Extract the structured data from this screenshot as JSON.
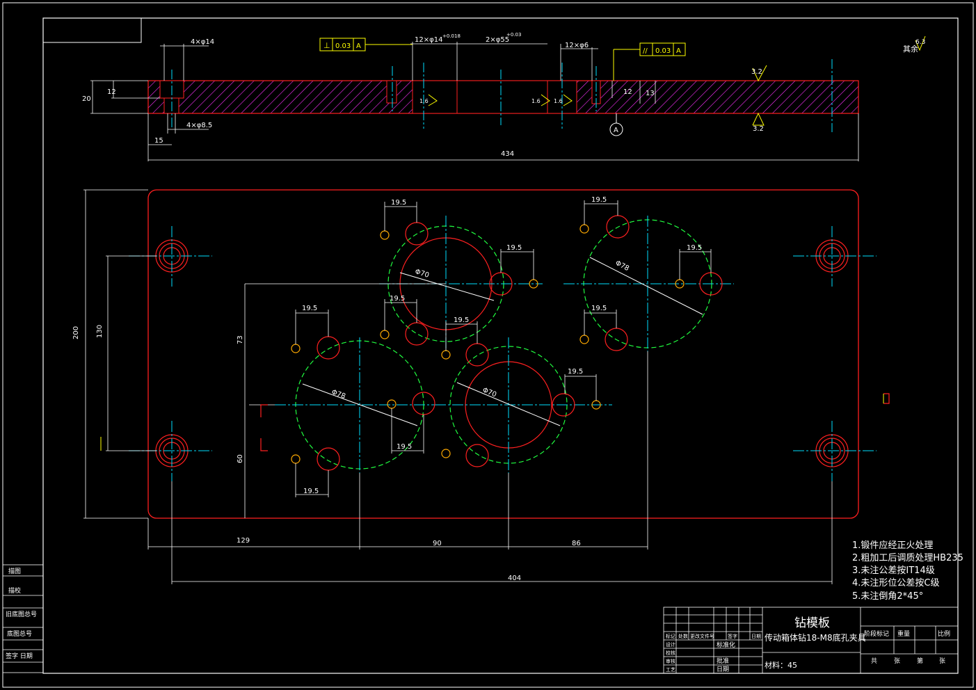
{
  "title_block": {
    "part_name": "钻模板",
    "drawing_title": "传动箱体钻18-M8底孔夹具",
    "material_label": "材料：45",
    "standardization": "标准化",
    "approve": "批准",
    "date": "日期",
    "header_cells": [
      "标记",
      "处数",
      "更改文件号",
      "签字",
      "日期"
    ],
    "row_labels": [
      "设计",
      "校核",
      "审核",
      "工艺"
    ],
    "right_header": [
      "阶段标记",
      "重量",
      "比例"
    ],
    "right_footer": [
      "共",
      "张",
      "第",
      "张"
    ]
  },
  "side_table": {
    "rows": [
      "描图",
      "描校",
      "旧底图总号",
      "底图总号",
      "签字  日期"
    ]
  },
  "tech_notes": [
    "1.锻件应经正火处理",
    "2.粗加工后调质处理HB235",
    "3.未注公差按IT14级",
    "4.未注形位公差按C级",
    "5.未注倒角2*45°"
  ],
  "section_view": {
    "fcf_perp": {
      "symbol": "⊥",
      "value": "0.03",
      "datum": "A"
    },
    "fcf_par": {
      "symbol": "//",
      "value": "0.03",
      "datum": "A"
    },
    "datum_label": "A",
    "roughness_rest": "其余",
    "roughness_rest_value": "6.3",
    "roughness_top": "3.2",
    "roughness_bottom": "3.2",
    "roughness_holes": [
      "1.6",
      "1.6",
      "1.6"
    ],
    "dims": {
      "thickness": "20",
      "counterbore_depth": "12",
      "cb_dia": "4×φ14",
      "hole_dia": "4×φ8.5",
      "edge_offset": "15",
      "total_length": "434",
      "bush1": "12×φ14",
      "bush1_tol": "+0.018",
      "bush2": "2×φ55",
      "bush2_tol": "+0.03",
      "bush3": "12×φ6",
      "depth_a": "12",
      "depth_b": "13"
    }
  },
  "plan_view": {
    "dims": {
      "height": "200",
      "inner_height": "130",
      "v1": "73",
      "v2": "60",
      "h1": "129",
      "h2": "90",
      "h3": "86",
      "hole_span": "404",
      "pitch": "19.5",
      "dia_a": "Φ70",
      "dia_b": "Φ78",
      "dia_c": "Φ70",
      "dia_d": "Φ78"
    }
  },
  "colors": {
    "outline": "#ff2020",
    "hatch": "#ff30ff",
    "center": "#00e0ff",
    "pcd": "#20ff40",
    "yellow": "#ffff00",
    "white": "#ffffff"
  }
}
